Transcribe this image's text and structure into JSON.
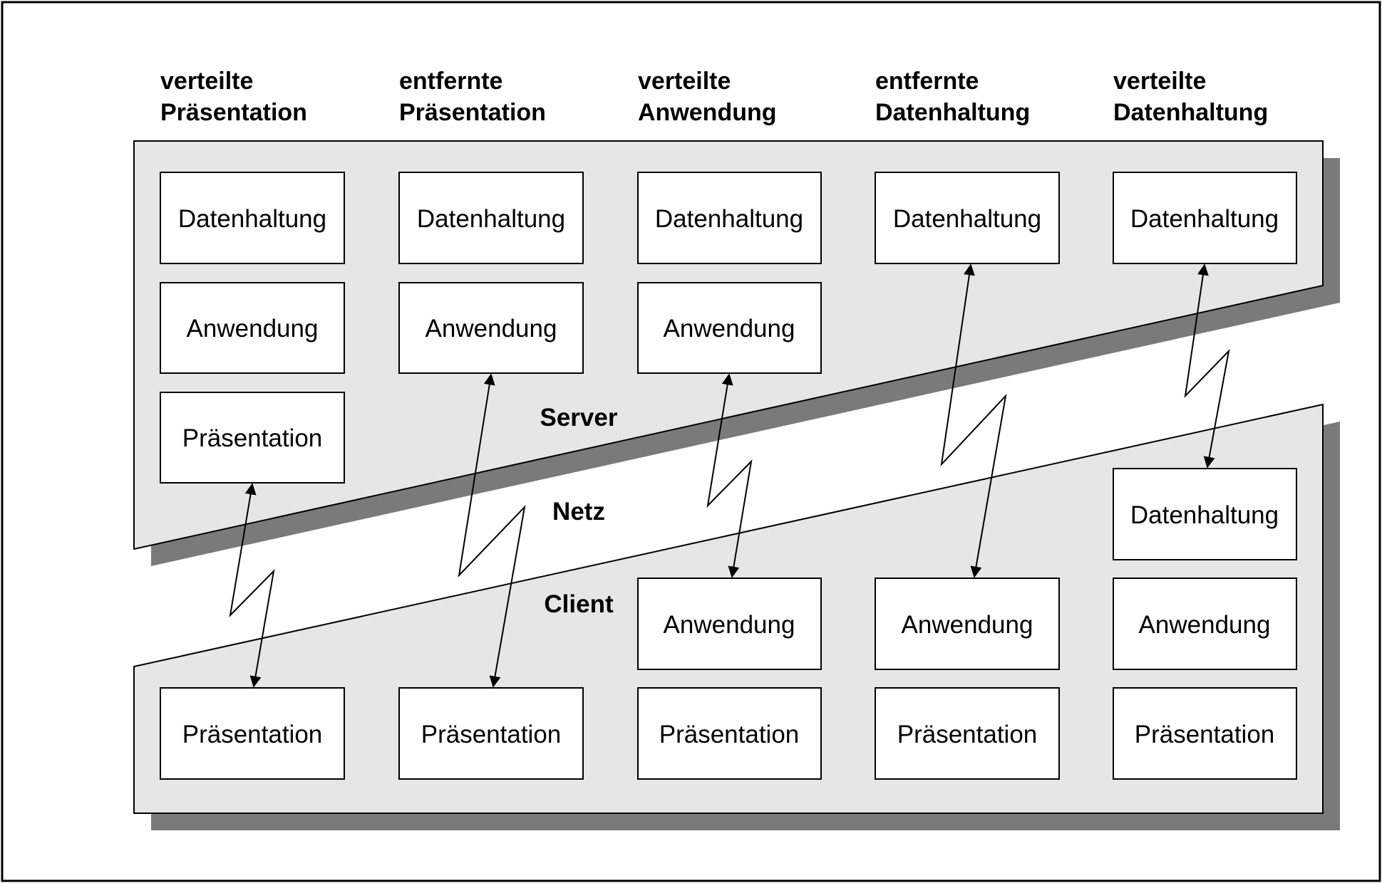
{
  "columns": [
    {
      "header_line1": "verteilte",
      "header_line2": "Präsentation",
      "server_boxes": [
        "Datenhaltung",
        "Anwendung",
        "Präsentation"
      ],
      "client_boxes": [
        "Präsentation"
      ]
    },
    {
      "header_line1": "entfernte",
      "header_line2": "Präsentation",
      "server_boxes": [
        "Datenhaltung",
        "Anwendung"
      ],
      "client_boxes": [
        "Präsentation"
      ]
    },
    {
      "header_line1": "verteilte",
      "header_line2": "Anwendung",
      "server_boxes": [
        "Datenhaltung",
        "Anwendung"
      ],
      "client_boxes": [
        "Anwendung",
        "Präsentation"
      ]
    },
    {
      "header_line1": "entfernte",
      "header_line2": "Datenhaltung",
      "server_boxes": [
        "Datenhaltung"
      ],
      "client_boxes": [
        "Anwendung",
        "Präsentation"
      ]
    },
    {
      "header_line1": "verteilte",
      "header_line2": "Datenhaltung",
      "server_boxes": [
        "Datenhaltung"
      ],
      "client_boxes": [
        "Datenhaltung",
        "Anwendung",
        "Präsentation"
      ]
    }
  ],
  "labels": {
    "server": "Server",
    "network": "Netz",
    "client": "Client"
  },
  "colors": {
    "zone_fill": "#e6e6e6",
    "shadow": "#7a7a7a",
    "box_fill": "#ffffff",
    "stroke": "#000000"
  }
}
